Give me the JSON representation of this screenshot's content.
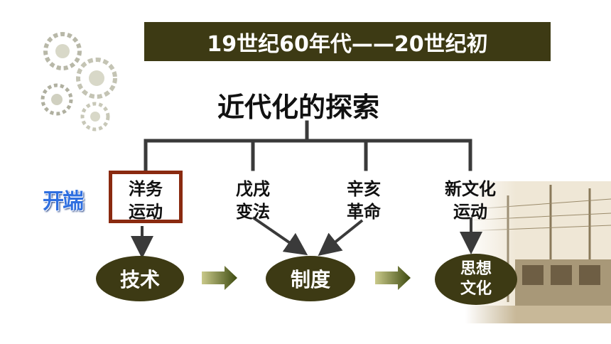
{
  "header": {
    "period": "19世纪60年代——20世纪初"
  },
  "diagram": {
    "title": "近代化的探索",
    "start_label": "开端",
    "branches": [
      {
        "line1": "洋务",
        "line2": "运动"
      },
      {
        "line1": "戊戌",
        "line2": "变法"
      },
      {
        "line1": "辛亥",
        "line2": "革命"
      },
      {
        "line1": "新文化",
        "line2": "运动"
      }
    ],
    "levels": [
      {
        "label": "技术"
      },
      {
        "label": "制度"
      },
      {
        "line1": "思想",
        "line2": "文化"
      }
    ]
  },
  "colors": {
    "dark_olive": "#3d3a14",
    "connector": "#3a3a3a",
    "highlight_border": "#8a2a10",
    "start_label": "#2f6fe0",
    "arrow_gradient": [
      "#3d4a10",
      "#c9c98a"
    ]
  }
}
